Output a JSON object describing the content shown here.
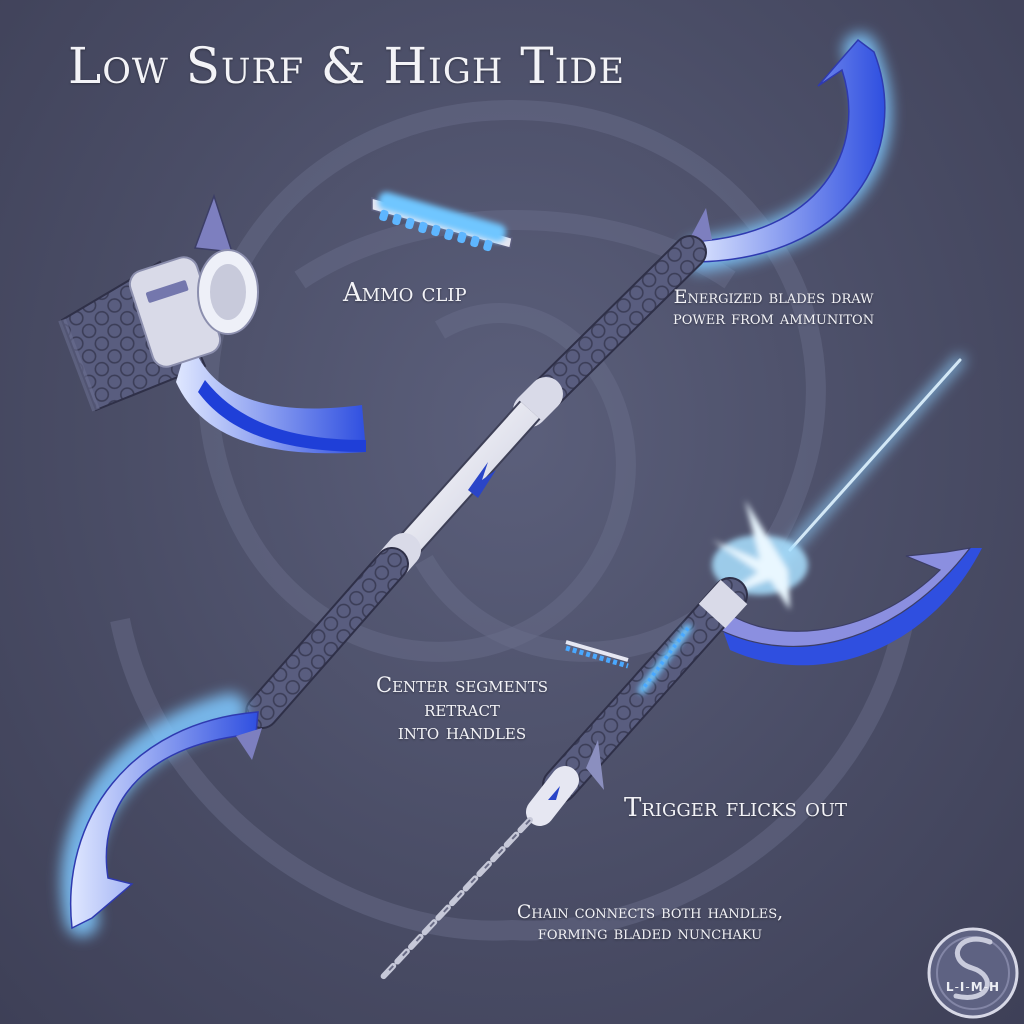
{
  "title": "Low Surf & High Tide",
  "annotations": {
    "ammo_clip": "Ammo clip",
    "energized_line1": "Energized blades draw",
    "energized_line2": "power from ammuniton",
    "center_line1": "Center segments",
    "center_line2": "retract",
    "center_line3": "into handles",
    "trigger": "Trigger flicks out",
    "chain_line1": "Chain connects both handles,",
    "chain_line2": "forming bladed nunchaku"
  },
  "signature": {
    "letters": [
      "L",
      "I",
      "M",
      "H"
    ],
    "separator": "-"
  },
  "colors": {
    "background": "#4a4d66",
    "blade_blue": "#2f4fe0",
    "glow": "#7fc8ff",
    "grip": "#5a5e80",
    "text": "#f3f3f7"
  },
  "icons": [
    "watermark-knot-icon",
    "artist-signature-logo"
  ]
}
